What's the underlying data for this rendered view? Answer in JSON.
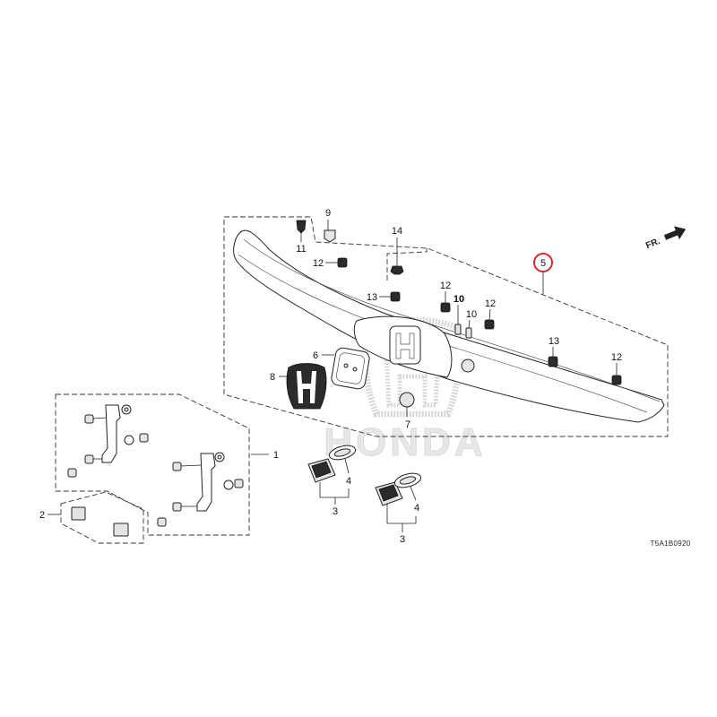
{
  "callouts": [
    {
      "text": "9"
    },
    {
      "text": "11"
    },
    {
      "text": "12"
    },
    {
      "text": "14"
    },
    {
      "text": "13"
    },
    {
      "text": "12"
    },
    {
      "text": "10"
    },
    {
      "text": "10"
    },
    {
      "text": "12"
    },
    {
      "text": "13"
    },
    {
      "text": "12"
    },
    {
      "text": "5"
    },
    {
      "text": "6"
    },
    {
      "text": "8"
    },
    {
      "text": "7"
    },
    {
      "text": "1"
    },
    {
      "text": "2"
    },
    {
      "text": "4"
    },
    {
      "text": "3"
    },
    {
      "text": "4"
    },
    {
      "text": "3"
    }
  ],
  "fr_label": "FR.",
  "drawing_code": "T5A1B0920",
  "watermark_text": "HONDA",
  "colors": {
    "highlight": "#d9262c",
    "line": "#222222",
    "watermark": "#c8c8c8"
  }
}
